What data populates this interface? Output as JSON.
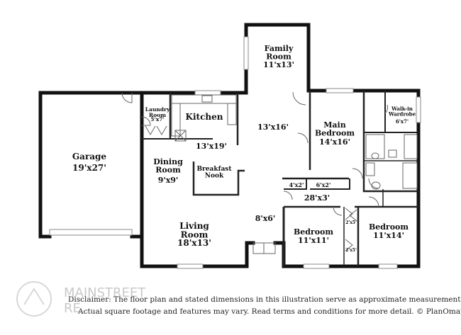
{
  "rooms": {
    "family": {
      "name": "Family\nRoom",
      "dim": "11'x13'"
    },
    "laundry": {
      "name": "Laundry\nRoom",
      "dim": "5'x7'"
    },
    "kitchen": {
      "name": "Kitchen",
      "dim": ""
    },
    "kitchen_area": {
      "dim": "13'x19'"
    },
    "hall_center": {
      "dim": "13'x16'"
    },
    "garage": {
      "name": "Garage",
      "dim": "19'x27'"
    },
    "dining": {
      "name": "Dining\nRoom",
      "dim": "9'x9'"
    },
    "breakfast": {
      "name": "Breakfast\nNook",
      "dim": ""
    },
    "main_bedroom": {
      "name": "Main\nBedroom",
      "dim": "14'x16'"
    },
    "walkin": {
      "name": "Walk-in\nWardrobe",
      "dim": "6'x7'"
    },
    "closet_a": {
      "dim": "4'x2'"
    },
    "closet_b": {
      "dim": "6'x2'"
    },
    "hall": {
      "dim": "28'x3'"
    },
    "foyer": {
      "dim": "8'x6'"
    },
    "living": {
      "name": "Living\nRoom",
      "dim": "18'x13'"
    },
    "bedroom1": {
      "name": "Bedroom",
      "dim": "11'x11'"
    },
    "bedroom2": {
      "name": "Bedroom",
      "dim": "11'x14'"
    },
    "closet_c": {
      "dim": "2'x5'"
    },
    "closet_d": {
      "dim": "2'x5'"
    }
  },
  "watermark": {
    "line1": "MAINSTREET",
    "line2": "RE"
  },
  "disclaimer": {
    "line1": "Disclaimer: The floor plan and stated dimensions in this illustration serve as approximate measurements.",
    "line2": "Actual square footage and features may vary. Read terms and conditions for more detail. © PlanOmatic"
  }
}
